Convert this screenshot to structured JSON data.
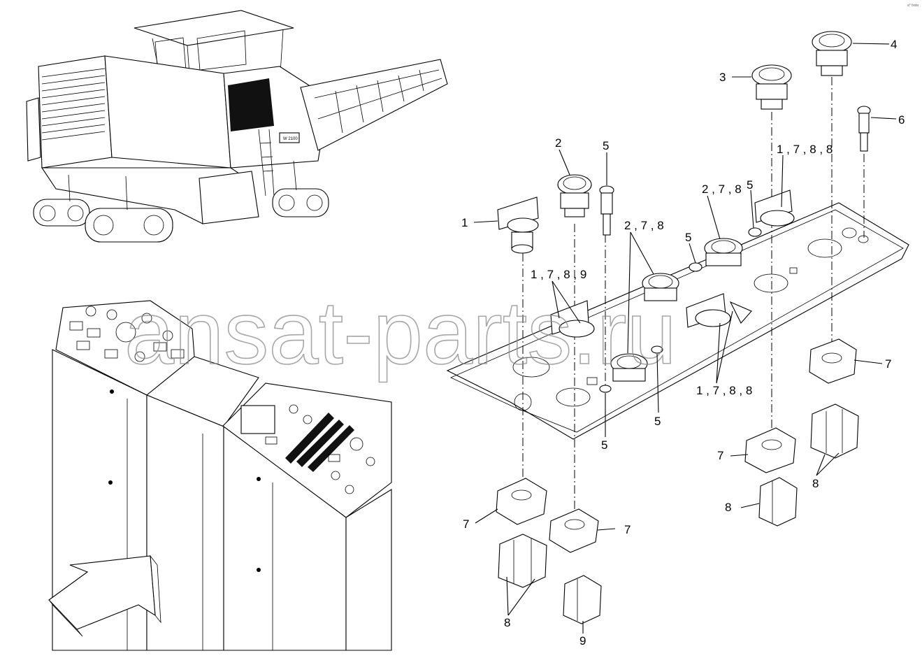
{
  "watermark": "ansat-parts.ru",
  "corner_code": "a° bata",
  "callouts": {
    "c1": "1",
    "c2": "2",
    "c3": "3",
    "c4": "4",
    "c5a": "5",
    "c5b": "5",
    "c5c": "5",
    "c5d": "5",
    "c5e": "5",
    "c6": "6",
    "c278a": "2 , 7 , 8",
    "c278b": "2 , 7 , 8",
    "c1788a": "1 , 7 , 8 , 8",
    "c1789": "1 , 7 , 8 , 9",
    "c1788b": "1 , 7 , 8 , 8",
    "c7a": "7",
    "c7b": "7",
    "c7c": "7",
    "c7d": "7",
    "c8a": "8",
    "c8b": "8",
    "c8c": "8",
    "c9": "9"
  },
  "machine_badge": "W 2100"
}
